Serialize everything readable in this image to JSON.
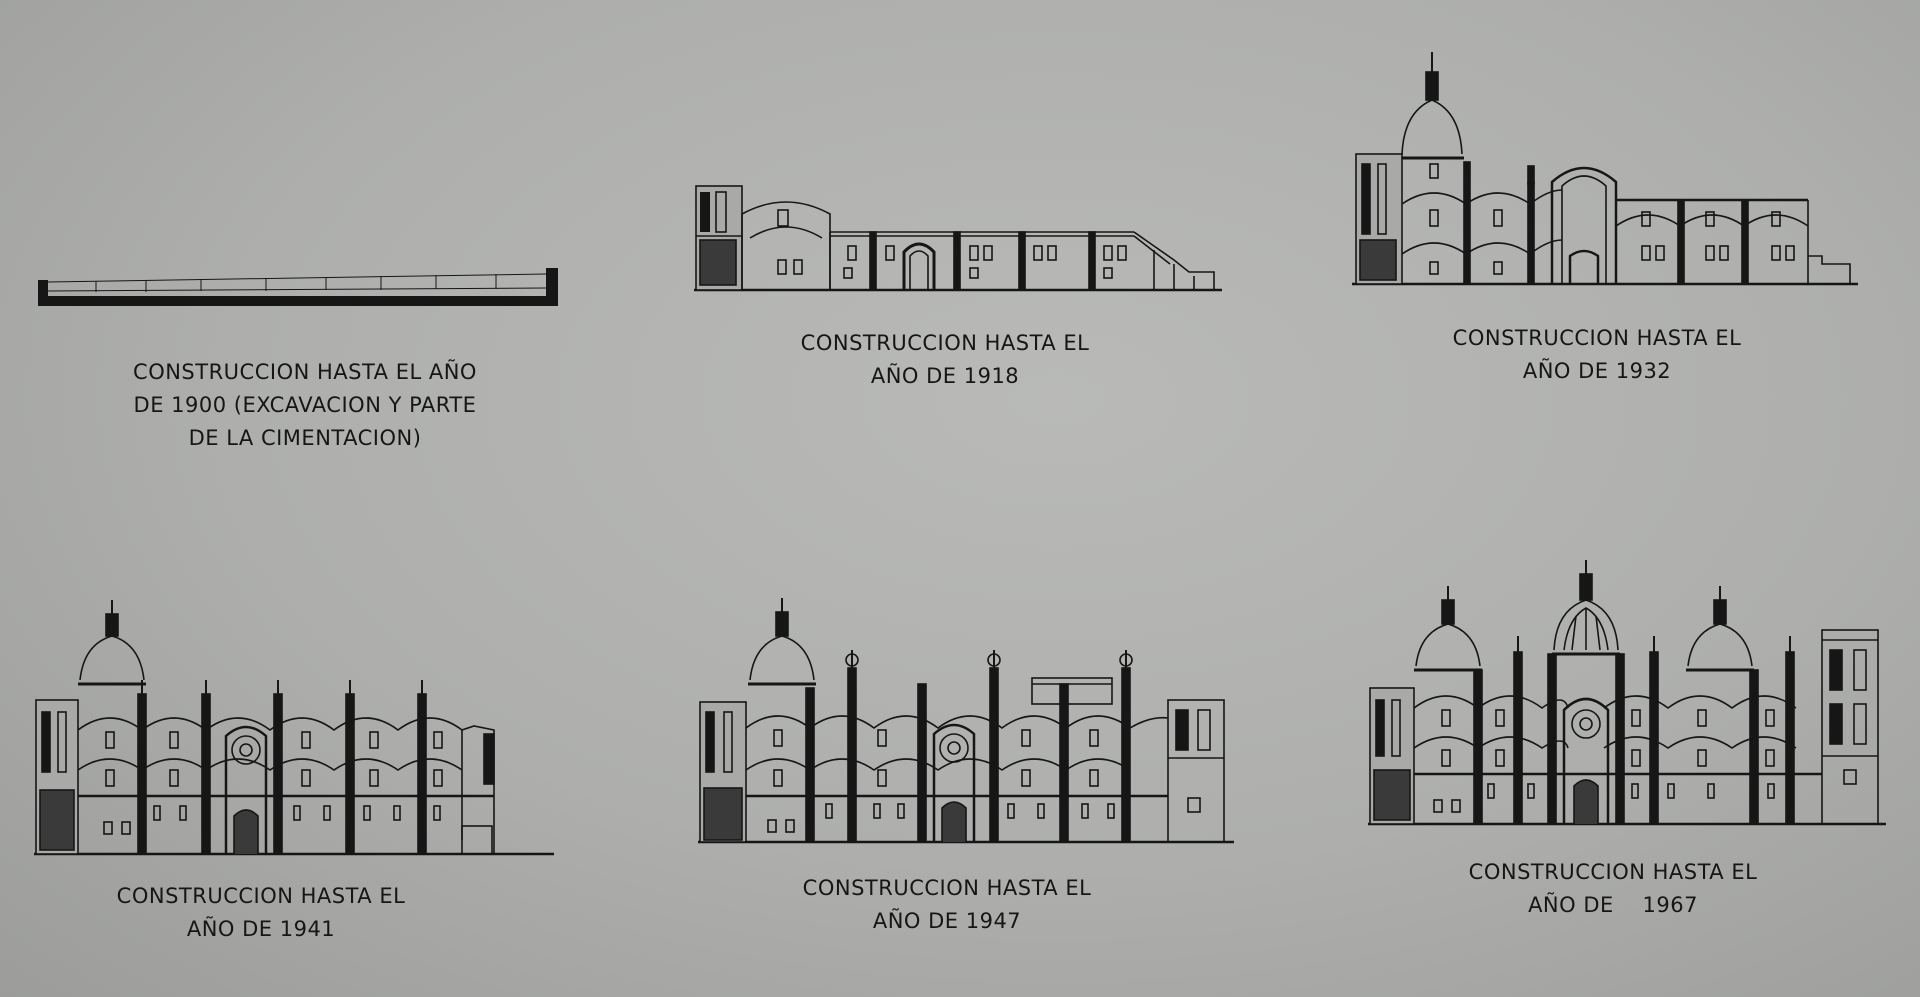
{
  "stages": [
    {
      "id": "1900",
      "caption_lines": [
        "CONSTRUCCION HASTA EL AÑO",
        "DE 1900 (EXCAVACION Y PARTE",
        "DE LA CIMENTACION)"
      ]
    },
    {
      "id": "1918",
      "caption_lines": [
        "CONSTRUCCION HASTA EL",
        "AÑO DE 1918"
      ]
    },
    {
      "id": "1932",
      "caption_lines": [
        "CONSTRUCCION HASTA EL",
        "AÑO DE 1932"
      ]
    },
    {
      "id": "1941",
      "caption_lines": [
        "CONSTRUCCION HASTA EL",
        "AÑO DE 1941"
      ]
    },
    {
      "id": "1947",
      "caption_lines": [
        "CONSTRUCCION HASTA EL",
        "AÑO DE 1947"
      ]
    },
    {
      "id": "1967",
      "caption_lines": [
        "CONSTRUCCION HASTA EL",
        "AÑO DE    1967"
      ]
    }
  ],
  "colors": {
    "ink": "#161616",
    "paper": "#b4b5b3"
  }
}
